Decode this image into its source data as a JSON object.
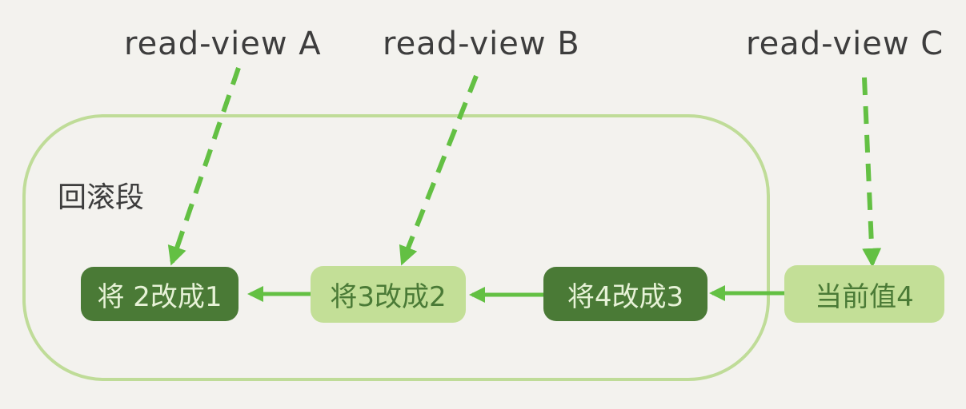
{
  "read_views": [
    {
      "label": "read-view A"
    },
    {
      "label": "read-view B"
    },
    {
      "label": "read-view C"
    }
  ],
  "rollback_segment": {
    "label": "回滚段"
  },
  "versions": [
    {
      "label": "将 2改成1",
      "style": "dark"
    },
    {
      "label": "将3改成2",
      "style": "light"
    },
    {
      "label": "将4改成3",
      "style": "dark"
    },
    {
      "label": "当前值4",
      "style": "light"
    }
  ],
  "colors": {
    "background": "#f3f2ee",
    "arrow_green": "#63c043",
    "outline_green": "#bfdc98",
    "dark_box": "#4a7a36",
    "light_box": "#c3df97",
    "text": "#3d3d3d"
  }
}
